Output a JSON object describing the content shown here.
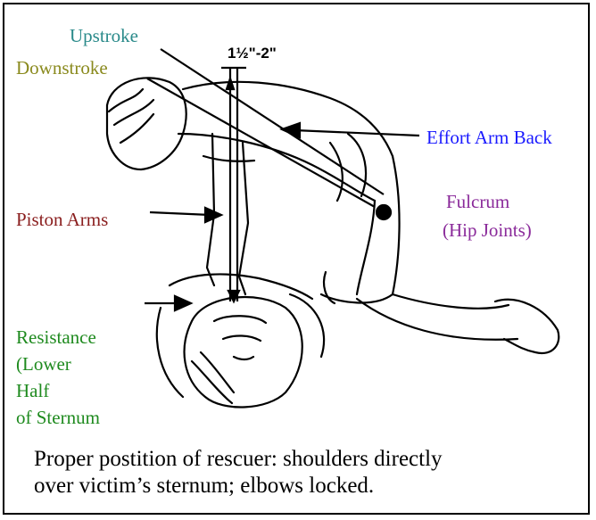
{
  "labels": {
    "upstroke": "Upstroke",
    "downstroke": "Downstroke",
    "stroke_depth": "1½\"-2\"",
    "effort_arm": "Effort Arm Back",
    "fulcrum": "Fulcrum",
    "fulcrum_sub": "(Hip Joints)",
    "piston_arms": "Piston Arms",
    "resistance": [
      "Resistance",
      "(Lower",
      "Half",
      "of Sternum"
    ]
  },
  "caption": [
    "Proper postition of rescuer: shoulders directly",
    "over victim’s sternum; elbows locked."
  ],
  "colors": {
    "upstroke": "#2a8a8a",
    "downstroke": "#8a8a1e",
    "effort_arm": "#1a1aff",
    "fulcrum": "#8a2a9a",
    "piston_arms": "#8a1e1e",
    "resistance": "#1e8a1e",
    "line": "#000000"
  }
}
